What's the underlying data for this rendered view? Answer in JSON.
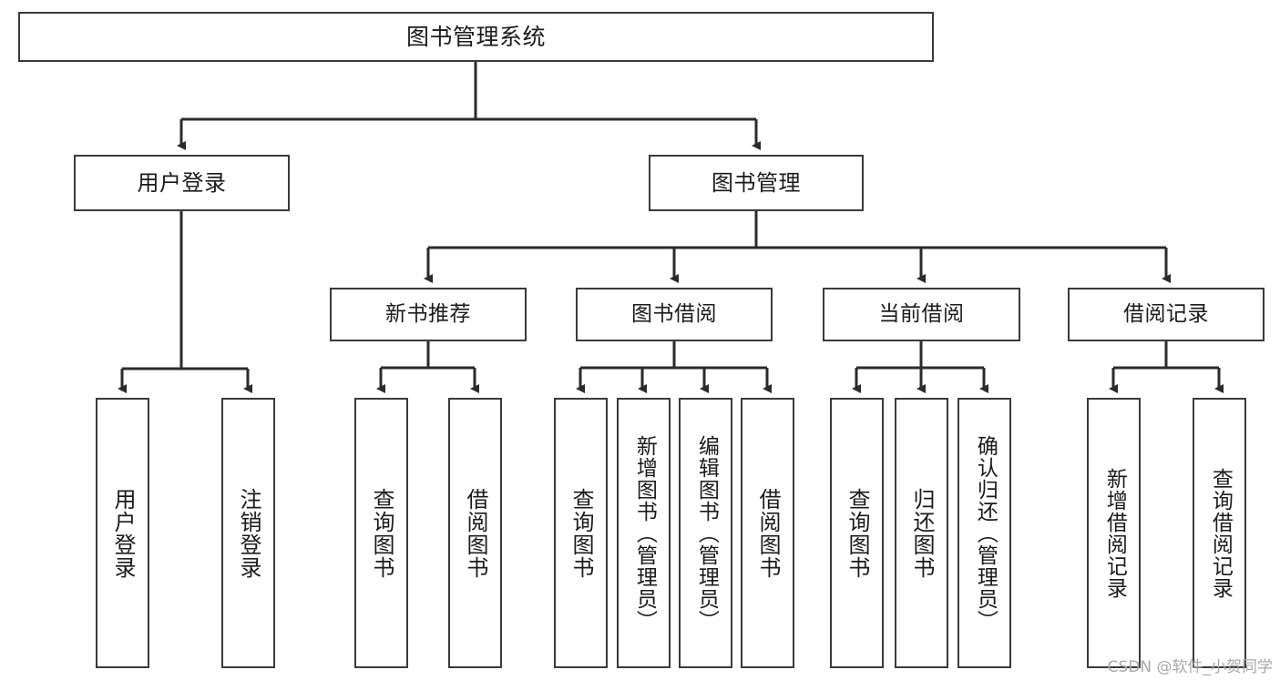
{
  "diagram": {
    "title": "图书管理系统",
    "type": "hierarchy-tree",
    "watermark": "CSDN @软件_小贺同学",
    "colors": {
      "box_border": "#3a3a3a",
      "box_fill": "#ffffff",
      "edge": "#2b2b2b",
      "text": "#1b1b1b",
      "watermark": "#a8a8a8",
      "background": "#ffffff"
    },
    "root": {
      "label": "图书管理系统"
    },
    "level2": [
      {
        "label": "用户登录"
      },
      {
        "label": "图书管理"
      }
    ],
    "level3": [
      {
        "label": "新书推荐"
      },
      {
        "label": "图书借阅"
      },
      {
        "label": "当前借阅"
      },
      {
        "label": "借阅记录"
      }
    ],
    "leaves": {
      "user_login": [
        {
          "label": "用户登录"
        },
        {
          "label": "注销登录"
        }
      ],
      "new_book_recommend": [
        {
          "label": "查询图书"
        },
        {
          "label": "借阅图书"
        }
      ],
      "book_borrow": [
        {
          "label": "查询图书"
        },
        {
          "label": "新增图书（管理员）"
        },
        {
          "label": "编辑图书（管理员）"
        },
        {
          "label": "借阅图书"
        }
      ],
      "current_borrow": [
        {
          "label": "查询图书"
        },
        {
          "label": "归还图书"
        },
        {
          "label": "确认归还（管理员）"
        }
      ],
      "borrow_record": [
        {
          "label": "新增借阅记录"
        },
        {
          "label": "查询借阅记录"
        }
      ]
    }
  }
}
